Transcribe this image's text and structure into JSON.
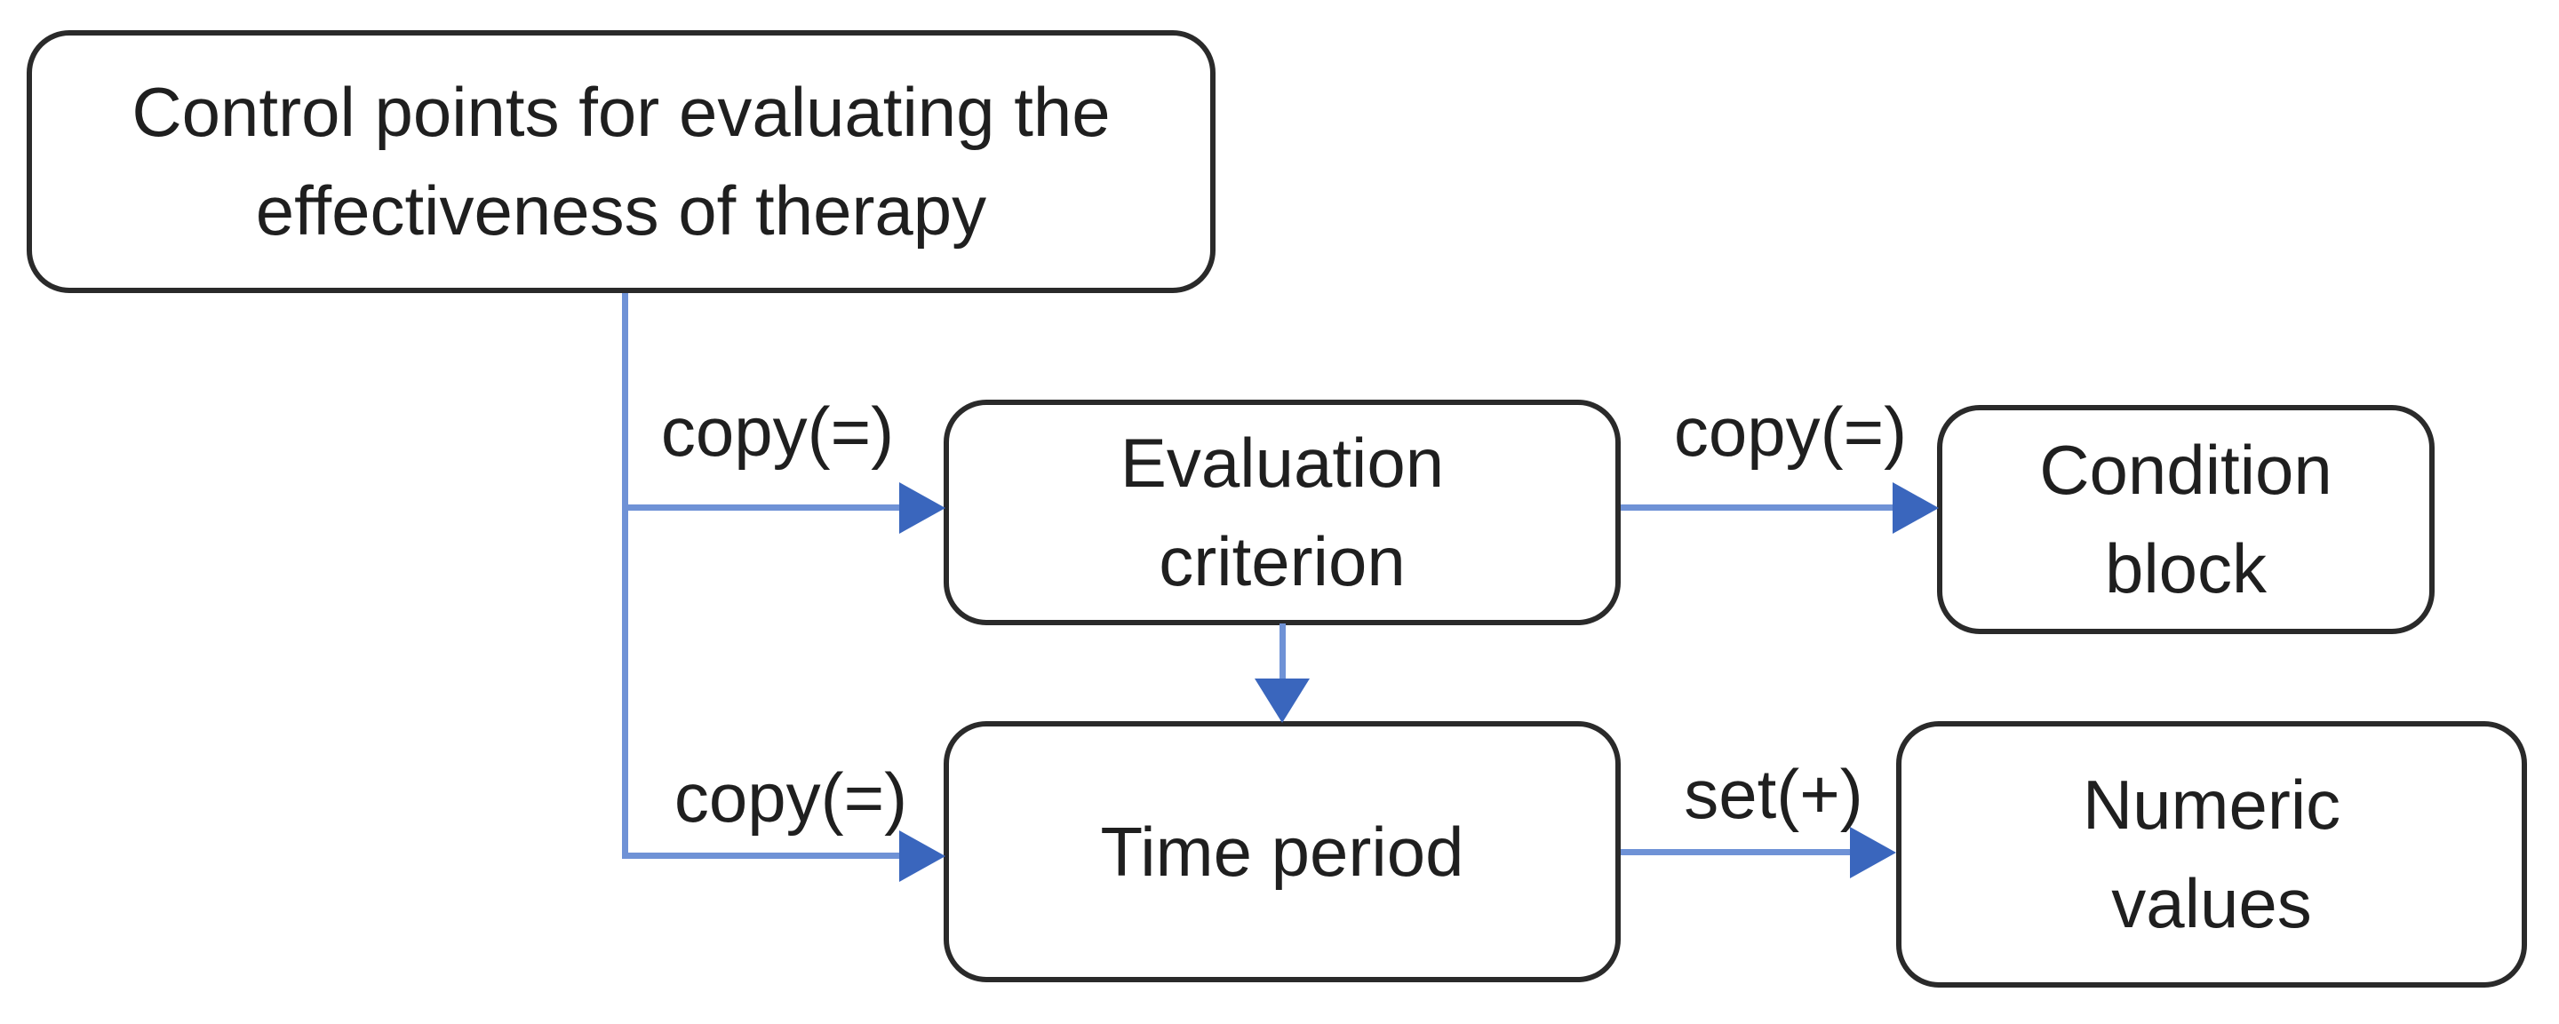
{
  "diagram": {
    "nodes": {
      "control_points": {
        "label": "Control points for evaluating the effectiveness of therapy"
      },
      "evaluation_criterion": {
        "label": "Evaluation criterion"
      },
      "condition_block": {
        "label": "Condition block"
      },
      "time_period": {
        "label": "Time period"
      },
      "numeric_values": {
        "label": "Numeric values"
      }
    },
    "edges": [
      {
        "from": "control_points",
        "to": "evaluation_criterion",
        "label": "copy(=)"
      },
      {
        "from": "control_points",
        "to": "time_period",
        "label": "copy(=)"
      },
      {
        "from": "evaluation_criterion",
        "to": "condition_block",
        "label": "copy(=)"
      },
      {
        "from": "evaluation_criterion",
        "to": "time_period",
        "label": ""
      },
      {
        "from": "time_period",
        "to": "numeric_values",
        "label": "set(+)"
      }
    ],
    "colors": {
      "background": "#ffffff",
      "box_fill": "#ffffff",
      "box_border": "#2a2a2a",
      "text": "#1f1f1f",
      "connector_line": "#6f92d6",
      "arrowhead": "#3a66bd"
    }
  }
}
